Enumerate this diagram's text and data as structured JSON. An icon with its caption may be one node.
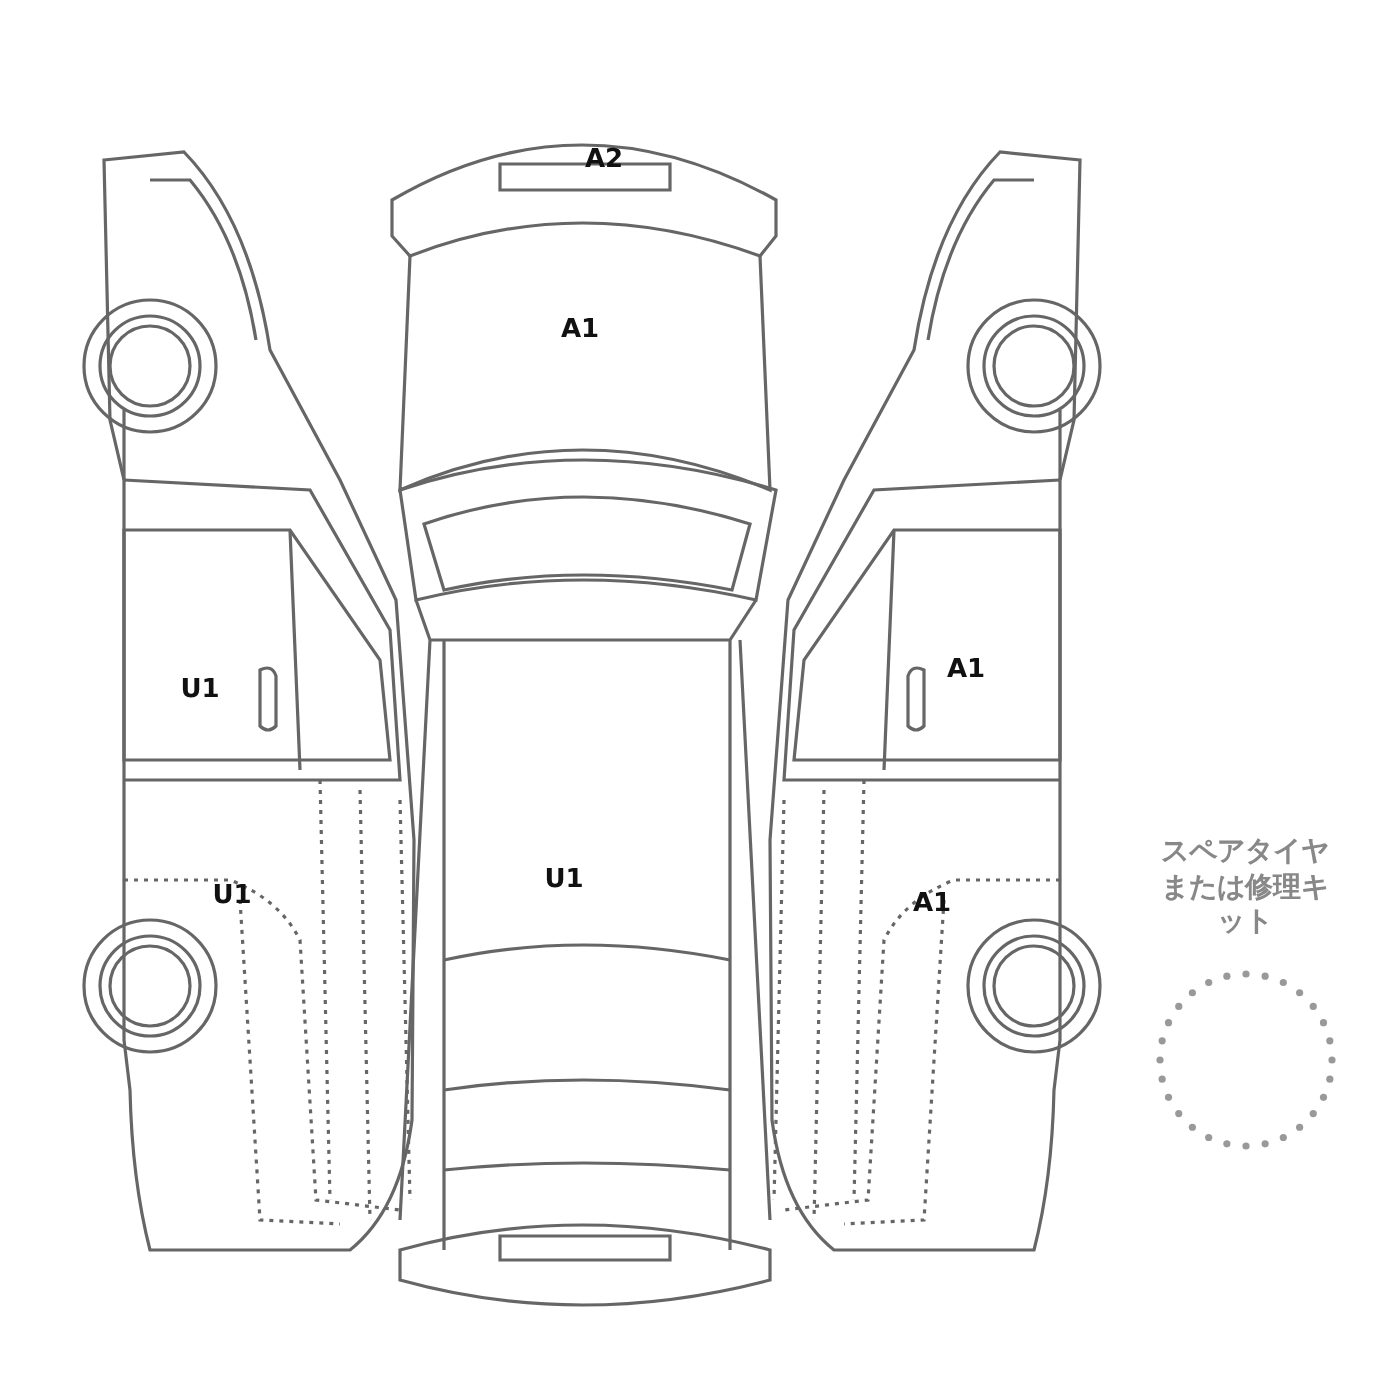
{
  "diagram": {
    "nodes": [
      {
        "text": [
          "スペアタイヤまたは修理キット"
        ]
      }
    ],
    "labels": [
      "A2",
      "A1",
      "A1",
      "U1",
      "U1",
      "U1",
      "A1"
    ]
  }
}
